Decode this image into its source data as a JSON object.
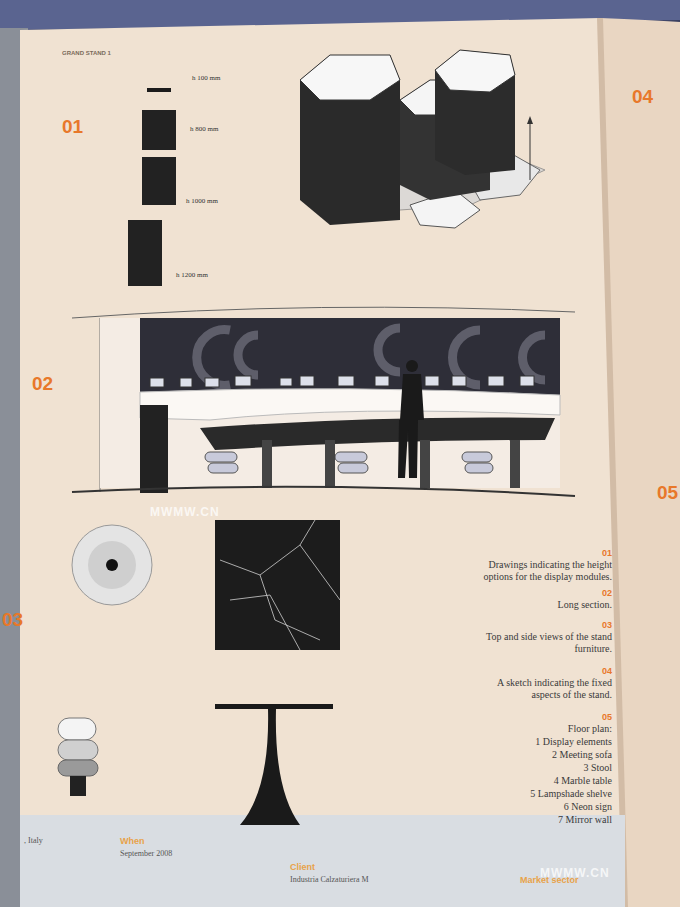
{
  "diagram": {
    "title": "GRAND STAND 1",
    "labels": [
      "01",
      "h 100 mm",
      "h 800 mm",
      "h 1000 mm",
      "h 1200 mm",
      "02",
      "03",
      "04",
      "05",
      "01",
      "Drawings indicating the height options for the display modules.",
      "02",
      "Long section.",
      "03",
      "Top and side views of the stand furniture.",
      "04",
      "A sketch indicating the fixed aspects of the stand.",
      "05",
      "Floor plan:",
      "1 Display elements",
      "2 Meeting sofa",
      "3 Stool",
      "4 Marble table",
      "5 Lampshade shelve",
      "6 Neon sign",
      "7 Mirror wall",
      "When",
      "September 2008",
      "Client",
      "Industria Calzaturiera M",
      "Market sector",
      ", Italy",
      "MWMW.CN",
      "MWMW.CN"
    ]
  }
}
